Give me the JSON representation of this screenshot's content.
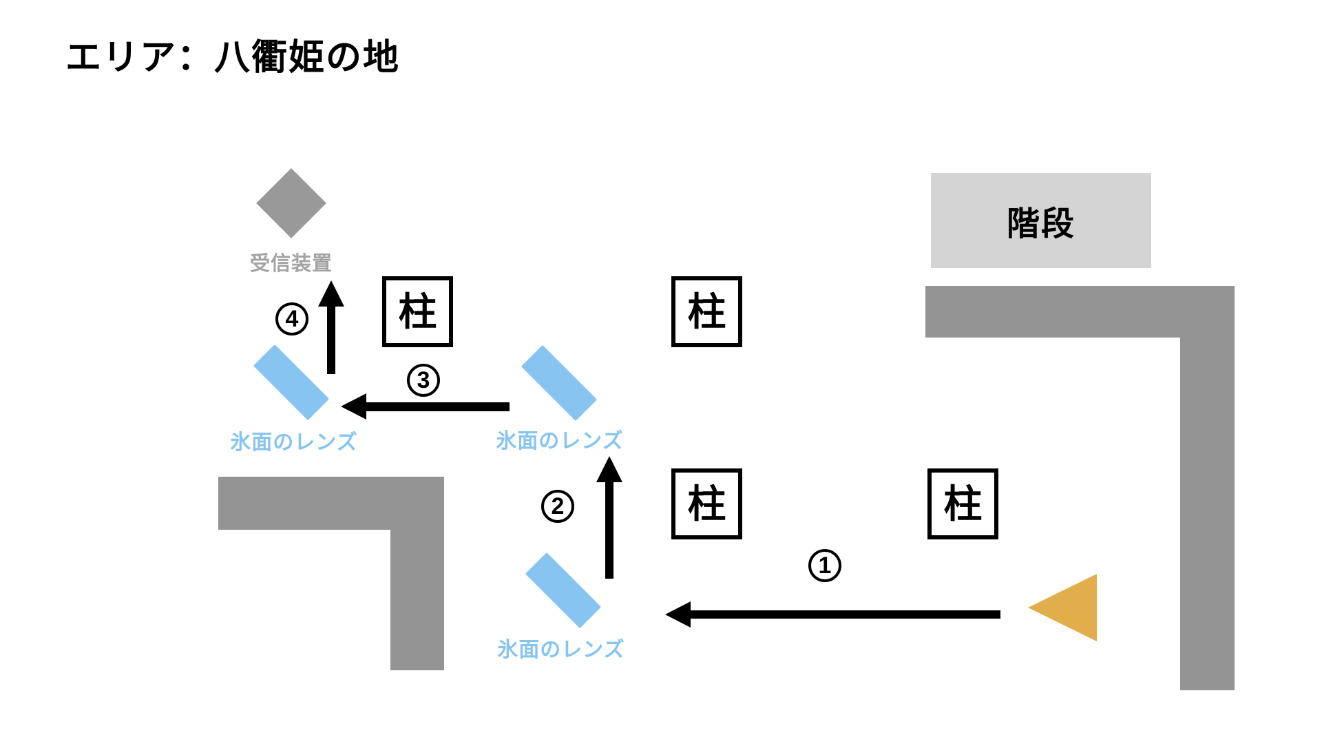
{
  "title": "エリア：八衢姫の地",
  "receiver": {
    "label": "受信装置"
  },
  "pillars": {
    "label": "柱"
  },
  "stairs": {
    "label": "階段"
  },
  "lenses": {
    "label": "氷面のレンズ"
  },
  "route": {
    "steps": [
      {
        "number": "1"
      },
      {
        "number": "2"
      },
      {
        "number": "3"
      },
      {
        "number": "4"
      }
    ]
  },
  "colors": {
    "beam": "#000000",
    "lens_blue": "#87C5F0",
    "wall_gray": "#949494",
    "stairs_gray": "#D4D4D4",
    "receiver_gray": "#999999",
    "receiver_label_gray": "#A3A3A3",
    "start_yellow": "#E1AE4B"
  }
}
